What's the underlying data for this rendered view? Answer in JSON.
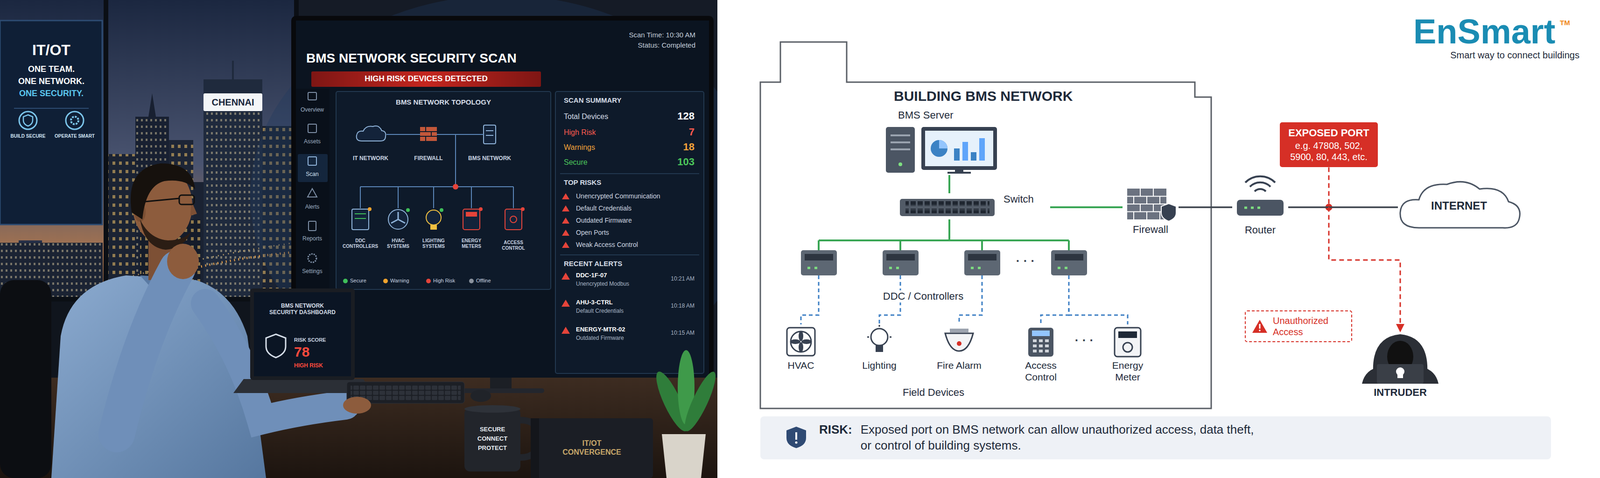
{
  "diagram": {
    "nodes": [
      {
        "text": [
          "BUILDING BMS NETWORK"
        ]
      },
      {
        "text": [
          "BMS Server"
        ],
        "in": 0
      },
      {
        "text": [
          "Switch"
        ],
        "in": 0
      },
      {
        "text": [
          "Firewall"
        ],
        "in": 0
      },
      {
        "text": [
          "DDC / Controllers"
        ],
        "in": 0
      },
      {
        "text": [
          "Field Devices"
        ],
        "in": 0
      },
      {
        "text": [
          "HVAC"
        ],
        "in": 5
      },
      {
        "text": [
          "Lighting"
        ],
        "in": 5
      },
      {
        "text": [
          "Fire Alarm"
        ],
        "in": 5
      },
      {
        "text": [
          "Access Control"
        ],
        "in": 5
      },
      {
        "text": [
          "Energy Meter"
        ],
        "in": 5
      },
      {
        "text": [
          "Router"
        ]
      },
      {
        "text": [
          "EXPOSED PORT",
          "e.g. 47808, 502, 5900, 80, 443, etc."
        ]
      },
      {
        "text": [
          "INTERNET"
        ]
      },
      {
        "text": [
          "Unauthorized Access"
        ]
      },
      {
        "text": [
          "INTRUDER"
        ]
      },
      {
        "text": [
          "RISK:",
          "Exposed port on BMS network can allow unauthorized access, data theft, or control of building systems."
        ]
      }
    ],
    "edges": [
      {
        "from": 1,
        "to": 2,
        "arrow": "none"
      },
      {
        "from": 2,
        "to": 4,
        "arrow": "none"
      },
      {
        "from": 2,
        "to": 3,
        "arrow": "none"
      },
      {
        "from": 3,
        "to": 11,
        "arrow": "none"
      },
      {
        "from": 11,
        "to": 13,
        "arrow": "none"
      },
      {
        "from": 4,
        "to": 6,
        "arrow": "none"
      },
      {
        "from": 4,
        "to": 7,
        "arrow": "none"
      },
      {
        "from": 4,
        "to": 8,
        "arrow": "none"
      },
      {
        "from": 4,
        "to": 9,
        "arrow": "none"
      },
      {
        "from": 4,
        "to": 10,
        "arrow": "none"
      },
      {
        "from": 12,
        "to": 15,
        "arrow": "to"
      }
    ],
    "labels": [
      "EnSmart",
      "TM",
      "Smart way to connect buildings",
      "· · ·",
      "· · ·",
      "IT/OT",
      "ONE TEAM.",
      "ONE NETWORK.",
      "ONE SECURITY.",
      "BUILD SECURE",
      "OPERATE SMART",
      "CHENNAI",
      "BMS NETWORK SECURITY SCAN",
      "Scan Time: 10:30 AM",
      "Status: Completed",
      "HIGH RISK DEVICES DETECTED",
      "Overview",
      "Assets",
      "Scan",
      "Alerts",
      "Reports",
      "Settings",
      "BMS NETWORK TOPOLOGY",
      "IT NETWORK",
      "FIREWALL",
      "BMS NETWORK",
      "DDC CONTROLLERS",
      "HVAC SYSTEMS",
      "LIGHTING SYSTEMS",
      "ENERGY METERS",
      "ACCESS CONTROL",
      "SCAN SUMMARY",
      "Total Devices",
      "128",
      "High Risk",
      "7",
      "Warnings",
      "18",
      "Secure",
      "103",
      "TOP RISKS",
      "Unencrypted Communication",
      "Default Credentials",
      "Outdated Firmware",
      "Open Ports",
      "Weak Access Control",
      "RECENT ALERTS",
      "DDC-1F-07",
      "Unencrypted Modbus",
      "10:21 AM",
      "AHU-3-CTRL",
      "Default Credentials",
      "10:18 AM",
      "ENERGY-MTR-02",
      "Outdated Firmware",
      "10:15 AM",
      "BMS NETWORK SECURITY DASHBOARD",
      "RISK SCORE",
      "78",
      "HIGH RISK",
      "SECURE",
      "CONNECT",
      "PROTECT",
      "IT/OT CONVERGENCE"
    ],
    "legend": [
      {
        "text": "Secure",
        "color": "#3fbf5a"
      },
      {
        "text": "Warning",
        "color": "#f0a32e"
      },
      {
        "text": "High Risk",
        "color": "#e5443a"
      },
      {
        "text": "Offline",
        "color": "#8a929e"
      }
    ]
  }
}
